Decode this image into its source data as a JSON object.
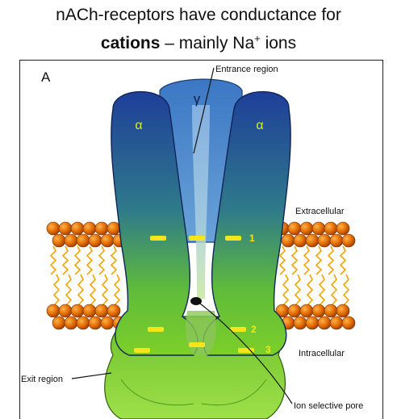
{
  "title": {
    "line1": "nACh-receptors have conductance for",
    "line2_bold": "cations",
    "line2_rest": " – mainly Na",
    "line2_sup": "+",
    "line2_end": " ions"
  },
  "diagram": {
    "panel_letter": "A",
    "subunit_gamma": "γ",
    "subunit_alpha_left": "α",
    "subunit_alpha_right": "α",
    "labels": {
      "entrance": "Entrance region",
      "extracellular": "Extracellular",
      "intracellular": "Intracellular",
      "exit": "Exit region",
      "pore": "Ion selective pore"
    },
    "ring_numbers": [
      "1",
      "2",
      "3"
    ],
    "colors": {
      "receptor_top": "#1e3f99",
      "receptor_bottom": "#7ccf2a",
      "ring_marker": "#f5e61a",
      "lipid_head": "#e06a00",
      "lipid_tail": "#f2a400",
      "alpha_label": "#d8ee2a"
    }
  }
}
